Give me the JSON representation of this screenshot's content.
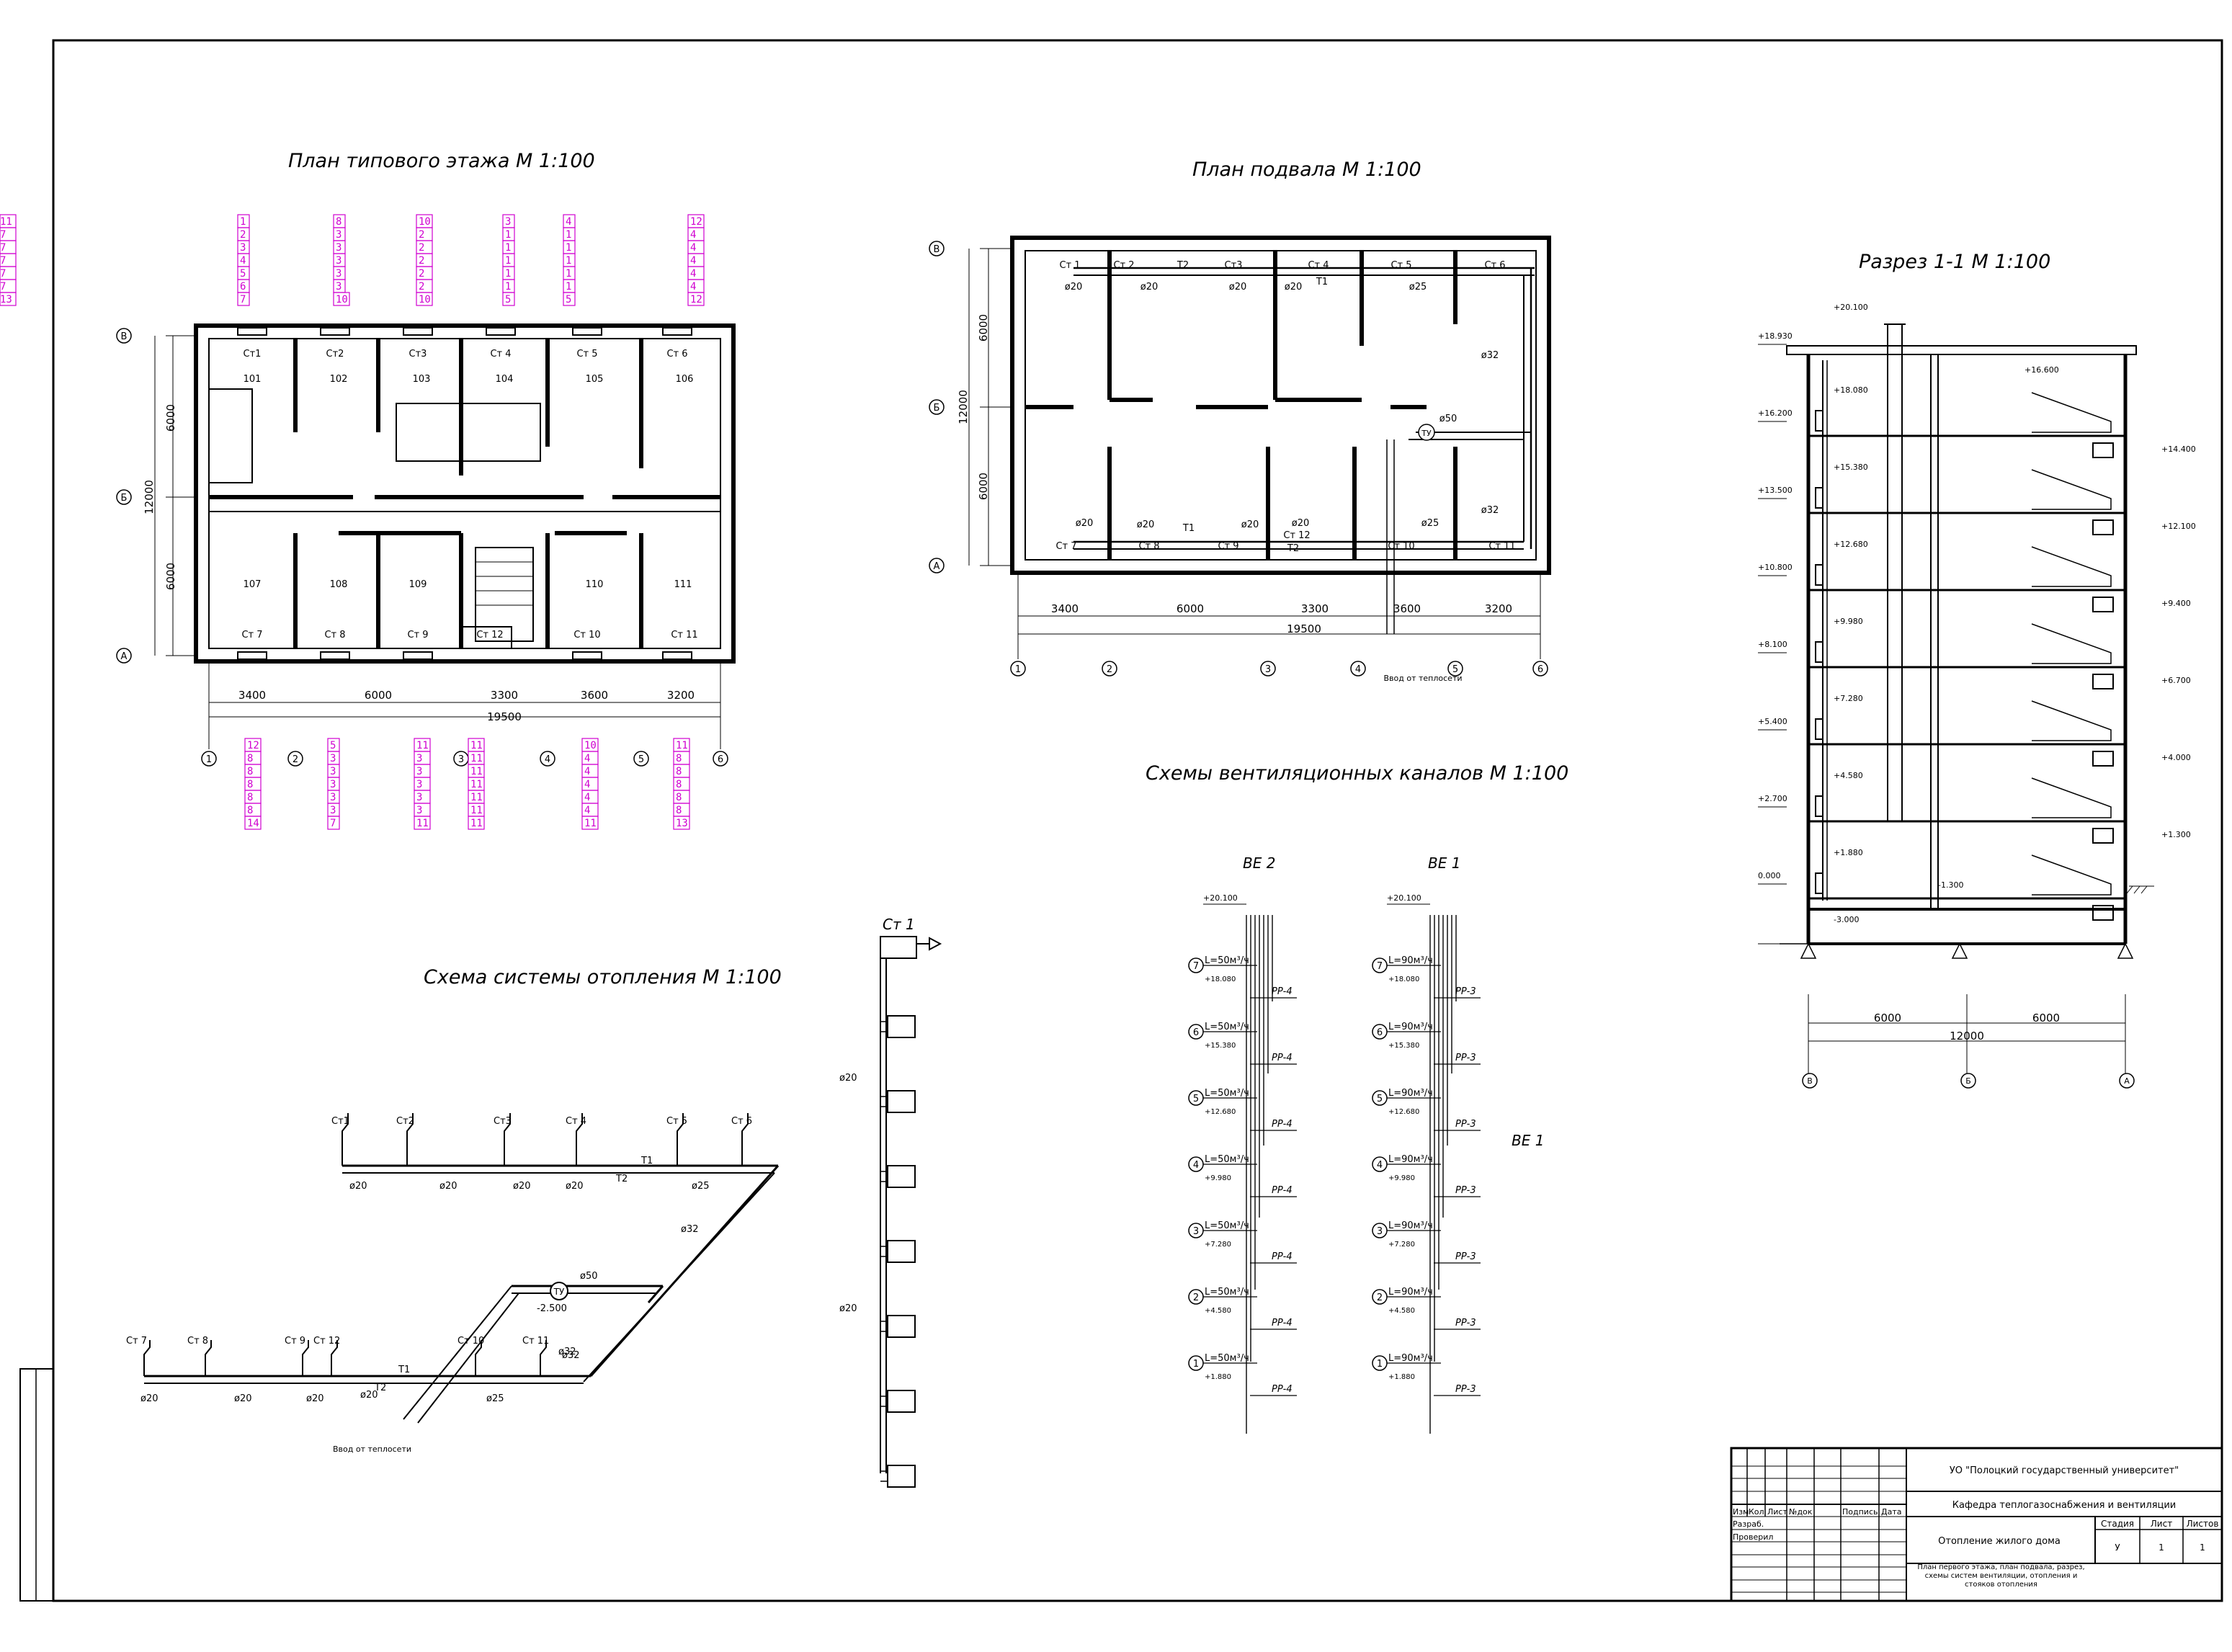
{
  "titles": {
    "floor_plan": "План типового этажа М 1:100",
    "basement_plan": "План подвала М 1:100",
    "section": "Разрез 1-1 М 1:100",
    "vent_schemes": "Схемы вентиляционных каналов М 1:100",
    "heating_scheme": "Схема системы отопления М 1:100",
    "riser": "Ст 1"
  },
  "floor_plan": {
    "rooms": [
      "101",
      "102",
      "103",
      "104",
      "105",
      "106",
      "107",
      "108",
      "109",
      "110",
      "111"
    ],
    "stacks_top": [
      "Ст1",
      "Ст2",
      "Ст3",
      "Ст 4",
      "Ст 5",
      "Ст 6"
    ],
    "stacks_bottom": [
      "Ст 7",
      "Ст 8",
      "Ст 9",
      "Ст 12",
      "Ст 10",
      "Ст 11"
    ],
    "dims": [
      "3400",
      "6000",
      "3300",
      "3600",
      "3200"
    ],
    "total": "19500",
    "height_dims": [
      "6000",
      "6000"
    ],
    "height_total": "12000",
    "axes_h": [
      "1",
      "2",
      "3",
      "4",
      "5",
      "6"
    ],
    "axes_v": [
      "В",
      "Б",
      "А"
    ],
    "loads_top": [
      [
        "1",
        "2",
        "3",
        "4",
        "5",
        "6",
        "7"
      ],
      [
        "8",
        "3",
        "3",
        "3",
        "3",
        "3",
        "10"
      ],
      [
        "10",
        "2",
        "2",
        "2",
        "2",
        "2",
        "10"
      ],
      [
        "3",
        "1",
        "1",
        "1",
        "1",
        "1",
        "5"
      ],
      [
        "4",
        "1",
        "1",
        "1",
        "1",
        "1",
        "5"
      ],
      [
        "12",
        "4",
        "4",
        "4",
        "4",
        "4",
        "12"
      ],
      [
        "11",
        "7",
        "7",
        "7",
        "7",
        "7",
        "13"
      ]
    ],
    "loads_bottom": [
      [
        "12",
        "8",
        "8",
        "8",
        "8",
        "8",
        "14"
      ],
      [
        "5",
        "3",
        "3",
        "3",
        "3",
        "3",
        "7"
      ],
      [
        "11",
        "3",
        "3",
        "3",
        "3",
        "3",
        "11"
      ],
      [
        "11",
        "11",
        "11",
        "11",
        "11",
        "11",
        "11"
      ],
      [
        "10",
        "4",
        "4",
        "4",
        "4",
        "4",
        "11"
      ],
      [
        "11",
        "8",
        "8",
        "8",
        "8",
        "8",
        "13"
      ]
    ]
  },
  "basement": {
    "stacks": [
      "Ст 1",
      "Ст 2",
      "Ст3",
      "Ст 4",
      "Ст 5",
      "Ст 6",
      "Ст 7",
      "Ст 8",
      "Ст 9",
      "Ст 12",
      "Ст 10",
      "Ст 11"
    ],
    "pipes": [
      "ø20",
      "ø20",
      "ø20",
      "ø20",
      "ø25",
      "ø32",
      "ø50",
      "ø32",
      "ø20",
      "ø20",
      "ø20",
      "ø20",
      "ø25"
    ],
    "labels": [
      "Т1",
      "Т2",
      "ТУ"
    ],
    "dims": [
      "3400",
      "6000",
      "3300",
      "3600",
      "3200"
    ],
    "total": "19500",
    "height_dims": [
      "6000",
      "6000"
    ],
    "height_total": "12000",
    "entry": "Ввод от теплосети"
  },
  "section": {
    "levels_left": [
      "+18.930",
      "+16.200",
      "+13.500",
      "+10.800",
      "+8.100",
      "+5.400",
      "+2.700",
      "0.000"
    ],
    "levels_mid": [
      "+18.080",
      "+15.380",
      "+12.680",
      "+9.980",
      "+7.280",
      "+4.580",
      "+1.880"
    ],
    "levels_right": [
      "+16.600",
      "+14.400",
      "+12.100",
      "+9.400",
      "+6.700",
      "+4.000",
      "+1.300"
    ],
    "top_level": "+20.100",
    "basement_levels": [
      "-1.300",
      "-3.000"
    ],
    "dims": [
      "6000",
      "6000"
    ],
    "total": "12000",
    "axes": [
      "В",
      "Б",
      "А"
    ]
  },
  "vent": {
    "be2": {
      "title": "ВЕ 2",
      "top": "+20.100",
      "floors": [
        "7",
        "6",
        "5",
        "4",
        "3",
        "2",
        "1"
      ],
      "flow": "L=50м³/ч",
      "levels": [
        "+18.080",
        "+15.380",
        "+12.680",
        "+9.980",
        "+7.280",
        "+4.580",
        "+1.880"
      ],
      "grille": "РР-4"
    },
    "be1": {
      "title": "ВЕ 1",
      "top": "+20.100",
      "floors": [
        "7",
        "6",
        "5",
        "4",
        "3",
        "2",
        "1"
      ],
      "flow": "L=90м³/ч",
      "levels": [
        "+18.080",
        "+15.380",
        "+12.680",
        "+9.980",
        "+7.280",
        "+4.580",
        "+1.880"
      ],
      "grille": "РР-3"
    }
  },
  "heating": {
    "stacks_top": [
      "Ст1",
      "Ст2",
      "Ст3",
      "Ст 4",
      "Ст 5",
      "Ст 6"
    ],
    "stacks_bottom": [
      "Ст 7",
      "Ст 8",
      "Ст 9",
      "Ст 12",
      "Ст 10",
      "Ст 11"
    ],
    "pipes": [
      "ø20",
      "ø20",
      "ø20",
      "ø20",
      "ø25",
      "ø32",
      "ø50",
      "ø32",
      "ø20",
      "ø20",
      "ø20",
      "ø20",
      "ø25",
      "ø32"
    ],
    "tu": "ТУ",
    "level": "-2.500",
    "entry": "Ввод от теплосети"
  },
  "riser": {
    "title": "Ст 1",
    "pipes": [
      "ø20",
      "ø20"
    ]
  },
  "stamp": {
    "org": "УО \"Полоцкий государственный университет\"",
    "dept": "Кафедра теплогазоснабжения и вентиляции",
    "headers": [
      "Изм",
      "Кол",
      "Лист",
      "№док",
      "Подпись",
      "Дата"
    ],
    "developed": "Разраб.",
    "checked": "Проверил",
    "title": "Отопление жилого дома",
    "sheet_desc": "План первого этажа, план подвала, разрез, схемы систем вентиляции, отопления и стояков отопления",
    "stage_label": "Стадия",
    "sheet_label": "Лист",
    "sheets_label": "Листов",
    "stage": "У",
    "sheet": "1",
    "sheets": "1"
  }
}
